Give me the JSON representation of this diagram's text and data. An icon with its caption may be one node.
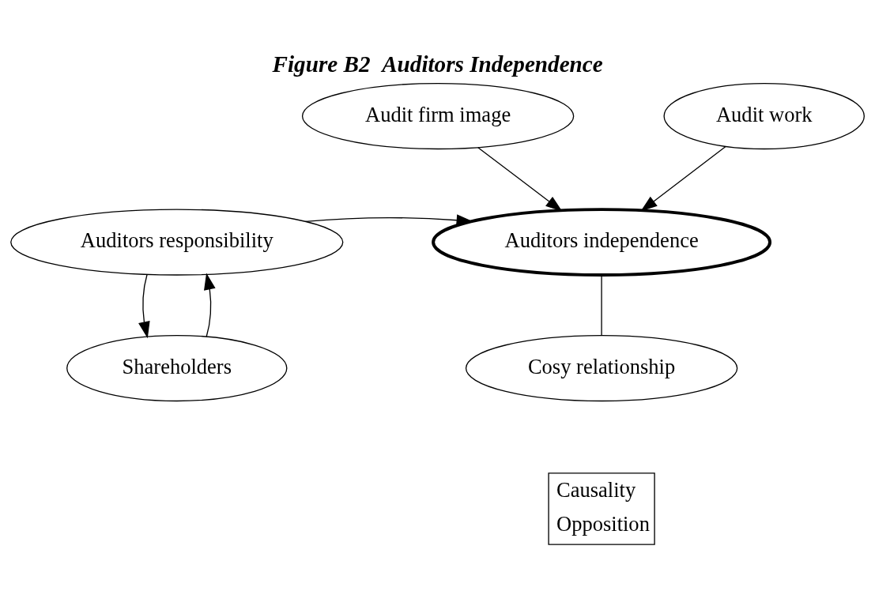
{
  "diagram": {
    "title": "Figure B2  Auditors Independence",
    "nodes": [
      {
        "text": [
          "Audit firm image"
        ]
      },
      {
        "text": [
          "Audit work"
        ]
      },
      {
        "text": [
          "Auditors independence"
        ]
      },
      {
        "text": [
          "Auditors responsibility"
        ]
      },
      {
        "text": [
          "Cosy relationship"
        ]
      },
      {
        "text": [
          "Shareholders"
        ]
      }
    ],
    "edges": [
      {
        "from": 0,
        "to": 2,
        "arrow": "to"
      },
      {
        "from": 1,
        "to": 2,
        "arrow": "to"
      },
      {
        "from": 3,
        "to": 2,
        "arrow": "to"
      },
      {
        "from": 4,
        "to": 2,
        "arrow": "none"
      },
      {
        "from": 3,
        "to": 5,
        "arrow": "to"
      },
      {
        "from": 5,
        "to": 3,
        "arrow": "to"
      }
    ],
    "legend": [
      {
        "text": "Causality"
      },
      {
        "text": "Opposition"
      }
    ]
  }
}
